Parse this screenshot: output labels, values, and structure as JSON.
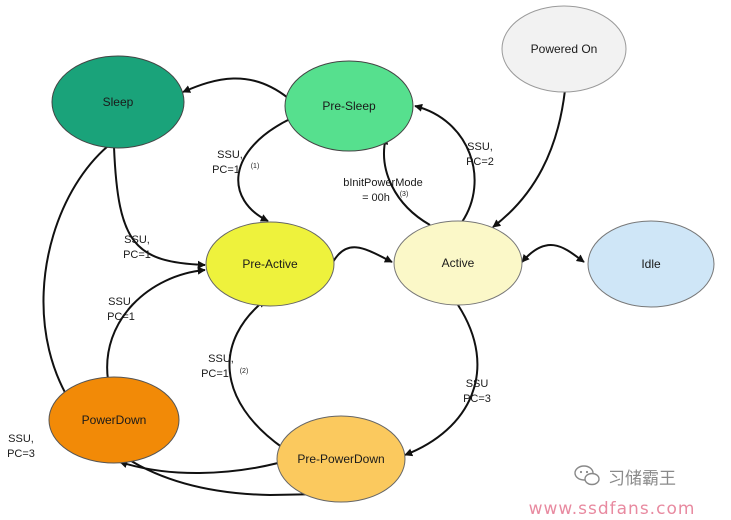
{
  "states": {
    "powered_on": {
      "label": "Powered On",
      "color": "#f2f2f2"
    },
    "sleep": {
      "label": "Sleep",
      "color": "#1aa37a"
    },
    "pre_sleep": {
      "label": "Pre-Sleep",
      "color": "#56e08e"
    },
    "pre_active": {
      "label": "Pre-Active",
      "color": "#eef23c"
    },
    "active": {
      "label": "Active",
      "color": "#fbf8c8"
    },
    "idle": {
      "label": "Idle",
      "color": "#cfe6f7"
    },
    "powerdown": {
      "label": "PowerDown",
      "color": "#f28a07"
    },
    "pre_powerdown": {
      "label": "Pre-PowerDown",
      "color": "#fbc95e"
    }
  },
  "edge_labels": {
    "sleep_to_preactive": {
      "line1": "SSU,",
      "line2": "PC=1"
    },
    "presleep_to_preactive": {
      "line1": "SSU,",
      "line2": "PC=1",
      "note": "(1)"
    },
    "active_to_presleep": {
      "line1": "SSU,",
      "line2": "PC=2"
    },
    "init_power_mode": {
      "line1": "bInitPowerMode",
      "line2": "= 00h",
      "note": "(3)"
    },
    "powerdown_to_preactive": {
      "line1": "SSU,",
      "line2": "PC=1"
    },
    "prepowerdown_to_preactive": {
      "line1": "SSU,",
      "line2": "PC=1",
      "note": "(2)"
    },
    "active_to_prepowerdown": {
      "line1": "SSU",
      "line2": "PC=3"
    },
    "sleep_to_prepowerdown": {
      "line1": "SSU,",
      "line2": "PC=3"
    }
  },
  "watermark": {
    "wechat_name": "习储霸王",
    "site": "www.ssdfans.com"
  }
}
